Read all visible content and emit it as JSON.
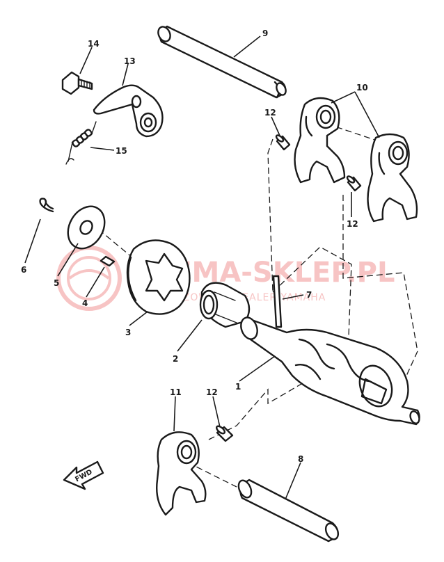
{
  "watermark": {
    "main": "DEMA-SKLEP.PL",
    "sub": "AUTORYZOWANY DEALER YAMAHA"
  },
  "direction_label": "FWD",
  "callouts": [
    {
      "id": "c1",
      "label": "1"
    },
    {
      "id": "c2",
      "label": "2"
    },
    {
      "id": "c3",
      "label": "3"
    },
    {
      "id": "c4",
      "label": "4"
    },
    {
      "id": "c5",
      "label": "5"
    },
    {
      "id": "c6",
      "label": "6"
    },
    {
      "id": "c7",
      "label": "7"
    },
    {
      "id": "c8",
      "label": "8"
    },
    {
      "id": "c9",
      "label": "9"
    },
    {
      "id": "c10",
      "label": "10"
    },
    {
      "id": "c11",
      "label": "11"
    },
    {
      "id": "c12a",
      "label": "12"
    },
    {
      "id": "c12b",
      "label": "12"
    },
    {
      "id": "c12c",
      "label": "12"
    },
    {
      "id": "c13",
      "label": "13"
    },
    {
      "id": "c14",
      "label": "14"
    },
    {
      "id": "c15",
      "label": "15"
    }
  ]
}
